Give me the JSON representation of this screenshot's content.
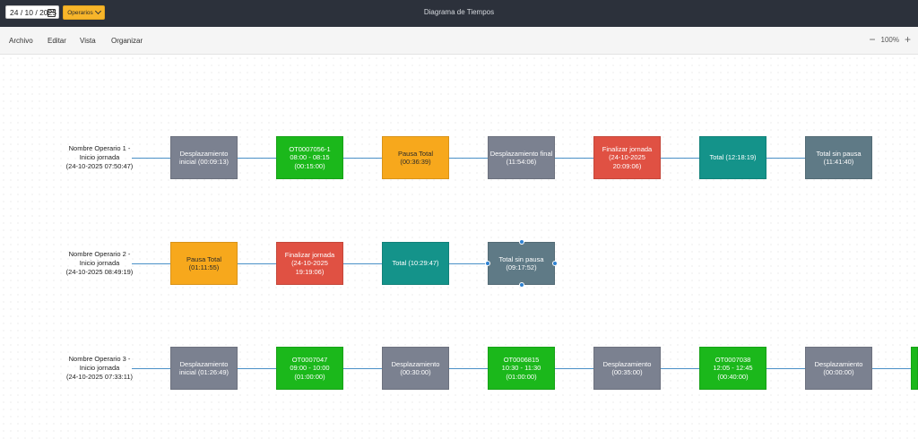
{
  "header": {
    "date": "24 / 10 / 2025",
    "operators_button": "Operarios",
    "title": "Diagrama de Tiempos"
  },
  "menu": {
    "archivo": "Archivo",
    "editar": "Editar",
    "vista": "Vista",
    "organizar": "Organizar",
    "zoom": "100%",
    "zoom_out": "−",
    "zoom_in": "+"
  },
  "rows": [
    {
      "label": [
        "Nombre Operario 1 -",
        "Inicio jornada",
        "(24-10-2025 07:50:47)"
      ],
      "nodes": [
        {
          "lines": [
            "Desplazamiento",
            "inicial (00:09:13)"
          ],
          "color": "gray"
        },
        {
          "lines": [
            "OT0007056-1",
            "08:00 - 08:15",
            "(00:15:00)"
          ],
          "color": "green"
        },
        {
          "lines": [
            "Pausa Total",
            "(00:36:39)"
          ],
          "color": "orange"
        },
        {
          "lines": [
            "Desplazamiento final",
            "(11:54:06)"
          ],
          "color": "gray"
        },
        {
          "lines": [
            "Finalizar jornada",
            "(24-10-2025 20:09:06)"
          ],
          "color": "red"
        },
        {
          "lines": [
            "Total (12:18:19)"
          ],
          "color": "teal"
        },
        {
          "lines": [
            "Total sin pausa",
            "(11:41:40)"
          ],
          "color": "slate"
        }
      ]
    },
    {
      "label": [
        "Nombre Operario 2 -",
        "Inicio jornada",
        "(24-10-2025 08:49:19)"
      ],
      "nodes": [
        {
          "lines": [
            "Pausa Total",
            "(01:11:55)"
          ],
          "color": "orange"
        },
        {
          "lines": [
            "Finalizar jornada",
            "(24-10-2025 19:19:06)"
          ],
          "color": "red"
        },
        {
          "lines": [
            "Total (10:29:47)"
          ],
          "color": "teal"
        },
        {
          "lines": [
            "Total sin pausa",
            "(09:17:52)"
          ],
          "color": "slate",
          "selected": true
        }
      ]
    },
    {
      "label": [
        "Nombre Operario 3 -",
        "Inicio jornada",
        "(24-10-2025 07:33:11)"
      ],
      "nodes": [
        {
          "lines": [
            "Desplazamiento",
            "inicial (01:26:49)"
          ],
          "color": "gray"
        },
        {
          "lines": [
            "OT0007047",
            "09:00 - 10:00",
            "(01:00:00)"
          ],
          "color": "green"
        },
        {
          "lines": [
            "Desplazamiento",
            "(00:30:00)"
          ],
          "color": "gray"
        },
        {
          "lines": [
            "OT0006815",
            "10:30 - 11:30",
            "(01:00:00)"
          ],
          "color": "green"
        },
        {
          "lines": [
            "Desplazamiento",
            "(00:35:00)"
          ],
          "color": "gray"
        },
        {
          "lines": [
            "OT0007038",
            "12:05 - 12:45",
            "(00:40:00)"
          ],
          "color": "green"
        },
        {
          "lines": [
            "Desplazamiento",
            "(00:00:00)"
          ],
          "color": "gray"
        },
        {
          "lines": [],
          "color": "green"
        }
      ]
    }
  ]
}
